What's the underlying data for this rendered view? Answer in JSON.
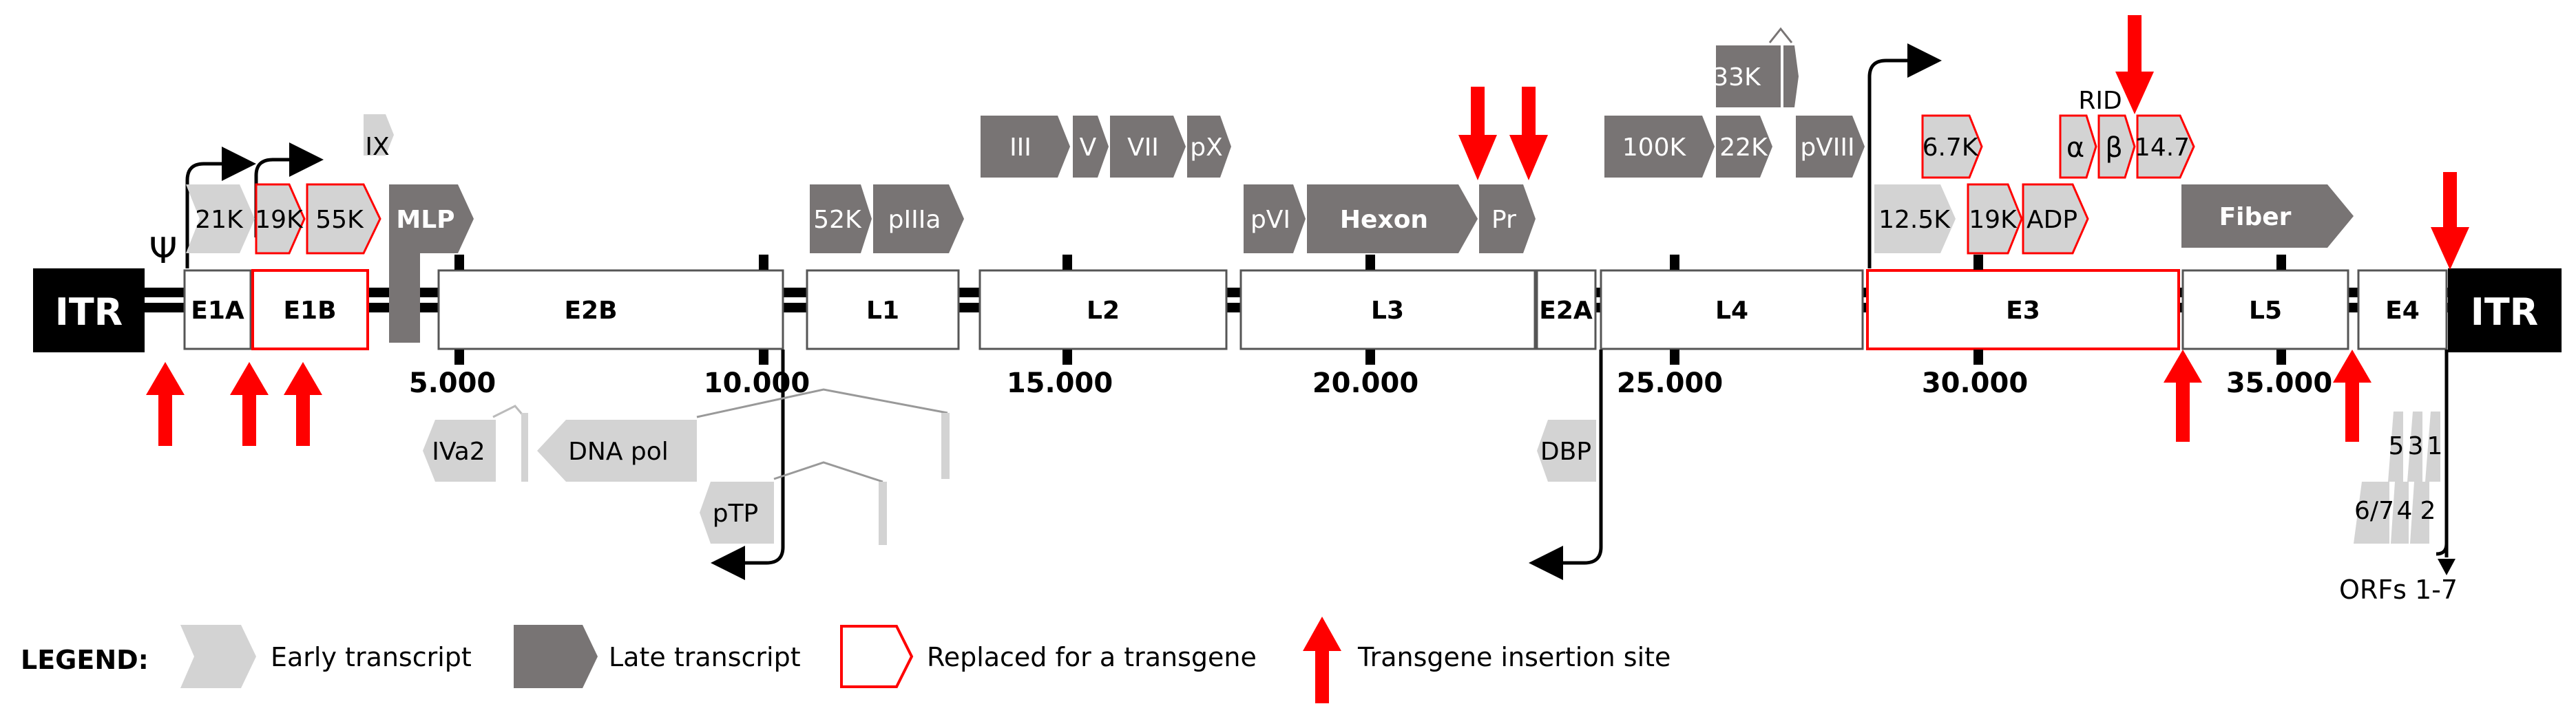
{
  "itr": {
    "left": "ITR",
    "right": "ITR"
  },
  "psi": "Ψ",
  "regions": {
    "E1A": "E1A",
    "E1B": "E1B",
    "E2B": "E2B",
    "L1": "L1",
    "L2": "L2",
    "L3": "L3",
    "E2A": "E2A",
    "L4": "L4",
    "E3": "E3",
    "L5": "L5",
    "E4": "E4"
  },
  "scale_ticks": [
    "5.000",
    "10.000",
    "15.000",
    "20.000",
    "25.000",
    "30.000",
    "35.000"
  ],
  "transcripts": {
    "p21K": "21K",
    "p19K_e1b": "19K",
    "p55K": "55K",
    "IX": "IX",
    "MLP": "MLP",
    "p52K": "52K",
    "pIIIa": "pIIIa",
    "III": "III",
    "V": "V",
    "VII": "VII",
    "pX": "pX",
    "pVI": "pVI",
    "Hexon": "Hexon",
    "Pr": "Pr",
    "p100K": "100K",
    "p33K": "33K",
    "p22K": "22K",
    "pVIII": "pVIII",
    "p12_5K": "12.5K",
    "p6_7K": "6.7K",
    "p19K_e3": "19K",
    "ADP": "ADP",
    "RID": "RID",
    "alpha": "α",
    "beta": "β",
    "p14_7": "14.7",
    "Fiber": "Fiber",
    "IVa2": "IVa2",
    "DNApol": "DNA pol",
    "pTP": "pTP",
    "DBP": "DBP",
    "orf5": "5",
    "orf3": "3",
    "orf1": "1",
    "orf67": "6/7",
    "orf4": "4",
    "orf2": "2",
    "ORFs": "ORFs 1-7"
  },
  "legend": {
    "title": "LEGEND:",
    "early": "Early transcript",
    "late": "Late transcript",
    "replaced": "Replaced for a transgene",
    "insertion": "Transgene insertion site"
  },
  "colors": {
    "early": "#d3d3d3",
    "late": "#787474",
    "replaced": "#ff0000",
    "arrow": "#ff0000",
    "itr": "#000000"
  }
}
